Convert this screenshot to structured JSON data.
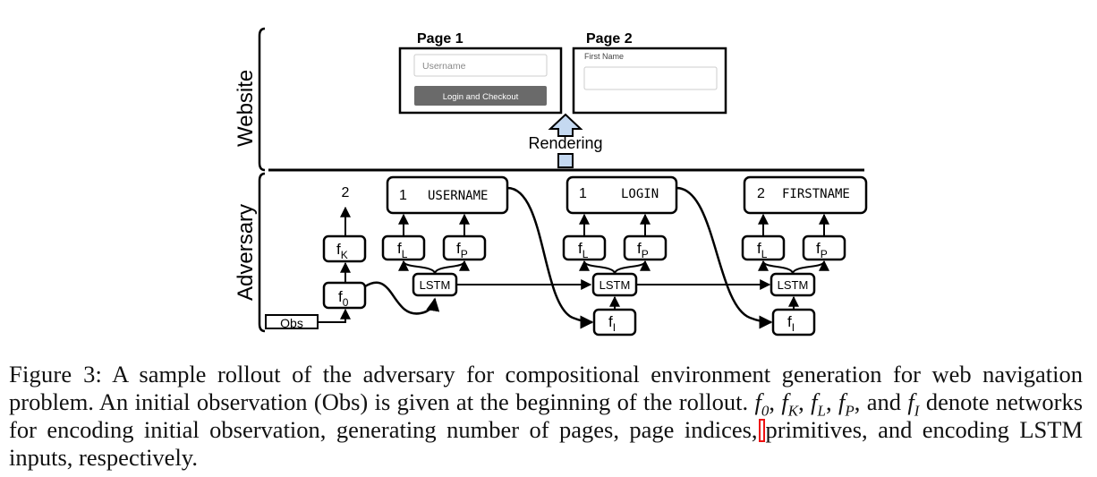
{
  "figure": {
    "section_website": "Website",
    "section_adversary": "Adversary",
    "page1": {
      "title": "Page 1",
      "input_placeholder": "Username",
      "button_label": "Login and Checkout"
    },
    "page2": {
      "title": "Page 2",
      "field_label": "First Name"
    },
    "rendering_label": "Rendering",
    "obs_label": "Obs",
    "k_output": "2",
    "f0_label": "f",
    "f0_sub": "0",
    "fk_label": "f",
    "fk_sub": "K",
    "groups": [
      {
        "index": "1",
        "primitive": "USERNAME",
        "fl": "f",
        "fl_sub": "L",
        "fp": "f",
        "fp_sub": "P",
        "lstm": "LSTM"
      },
      {
        "index": "1",
        "primitive": "LOGIN",
        "fl": "f",
        "fl_sub": "L",
        "fp": "f",
        "fp_sub": "P",
        "lstm": "LSTM",
        "fi": "f",
        "fi_sub": "I"
      },
      {
        "index": "2",
        "primitive": "FIRSTNAME",
        "fl": "f",
        "fl_sub": "L",
        "fp": "f",
        "fp_sub": "P",
        "lstm": "LSTM",
        "fi": "f",
        "fi_sub": "I"
      }
    ]
  },
  "caption": {
    "label": "Figure 3:",
    "part1": " A sample rollout of the adversary for compositional environment generation for web navigation problem. An initial observation (Obs) is given at the beginning of the rollout. ",
    "f": "f",
    "sub0": "0",
    "subK": "K",
    "subL": "L",
    "subP": "P",
    "subI": "I",
    "sep": ", ",
    "and": ", and ",
    "part2": " denote networks for encoding initial observation, generating number of pages, page indices,",
    "part3": "primitives, and encoding LSTM inputs, respectively."
  }
}
